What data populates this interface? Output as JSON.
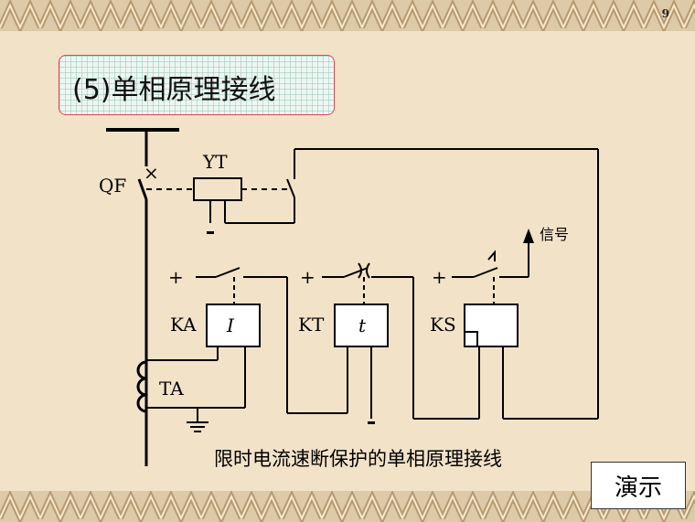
{
  "slide": {
    "page_number": "9",
    "title": "(5)单相原理接线",
    "caption": "限时电流速断保护的单相原理接线",
    "demo_button_label": "演示"
  },
  "diagram": {
    "labels": {
      "qf": "QF",
      "yt": "YT",
      "ka": "KA",
      "ka_symbol": "I",
      "kt": "KT",
      "kt_symbol": "t",
      "ks": "KS",
      "ta": "TA",
      "signal": "信号",
      "plus": "+",
      "minus": "-",
      "trip": "×"
    }
  },
  "colors": {
    "background": "#f2e2c8",
    "border_band": "#d9c6a3",
    "band_pattern": "#b89a6e",
    "title_border": "#d8475a",
    "title_grid": "#eef6f2",
    "wire": "#000000"
  }
}
